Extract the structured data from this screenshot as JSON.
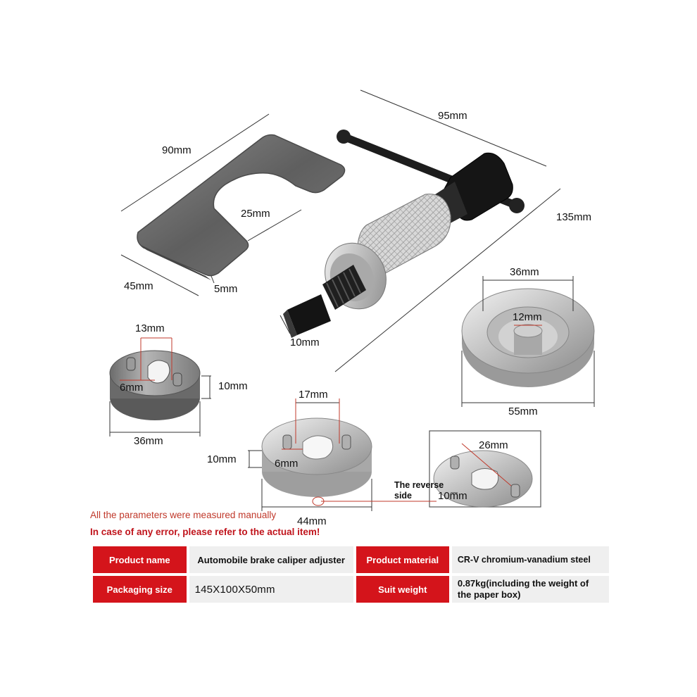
{
  "dimensions": {
    "plate_length": "90mm",
    "plate_width": "45mm",
    "plate_slot": "25mm",
    "plate_thickness": "5mm",
    "tool_length": "95mm",
    "tool_height": "135mm",
    "tool_square_tip": "10mm",
    "disc_small_diameter": "36mm",
    "disc_small_pin_spacing": "13mm",
    "disc_small_hole": "6mm",
    "disc_small_thickness": "10mm",
    "disc_large_diameter": "55mm",
    "disc_large_inner": "36mm",
    "disc_large_boss": "12mm",
    "disc_mid_pin_spacing": "17mm",
    "disc_mid_thickness": "10mm",
    "disc_mid_hole": "6mm",
    "disc_mid_diameter": "44mm",
    "disc_reverse_pin_spacing": "26mm",
    "disc_reverse_thickness": "10mm"
  },
  "reverse_label": "The reverse side",
  "notes": {
    "measured": "All the parameters were measured manually",
    "error": "In case of any error, please refer to the actual item!"
  },
  "specs": {
    "product_name_label": "Product name",
    "product_name_value": "Automobile brake caliper adjuster",
    "product_material_label": "Product material",
    "product_material_value": "CR-V chromium-vanadium steel",
    "packaging_size_label": "Packaging size",
    "packaging_size_value": "145X100X50mm",
    "suit_weight_label": "Suit weight",
    "suit_weight_value": "0.87kg(including the weight of the paper box)"
  },
  "colors": {
    "accent_red": "#d4141b",
    "cell_gray": "#efefef",
    "metal_dark": "#6e6e6e",
    "metal_light": "#c8c8c8"
  }
}
